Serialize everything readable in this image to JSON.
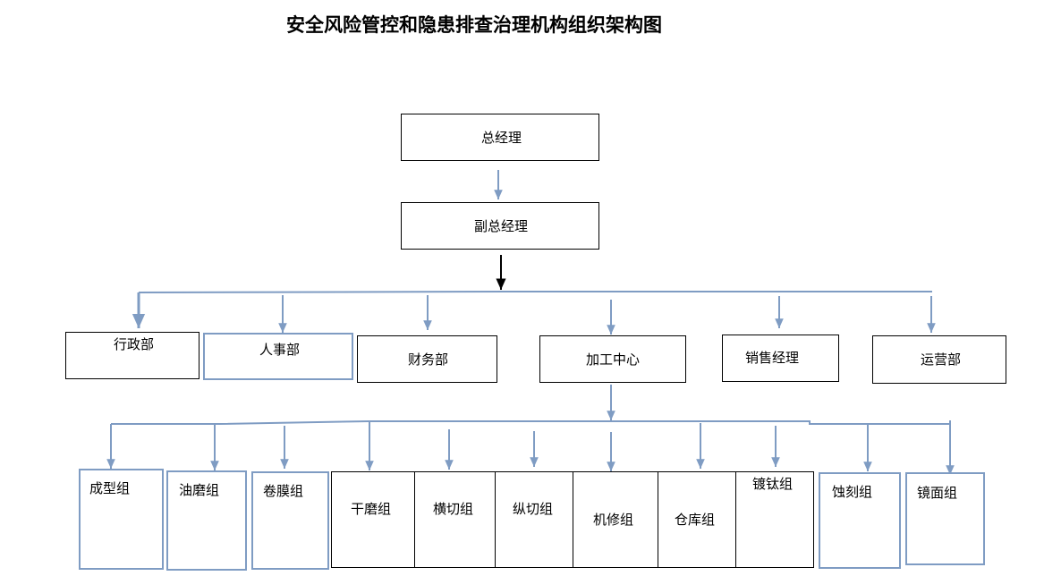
{
  "title": "安全风险管控和隐患排查治理机构组织架构图",
  "nodes": {
    "gm": "总经理",
    "vgm": "副总经理",
    "admin": "行政部",
    "hr": "人事部",
    "finance": "财务部",
    "processing": "加工中心",
    "sales": "销售经理",
    "operations": "运营部",
    "forming": "成型组",
    "oil_grinding": "油磨组",
    "film_rolling": "卷膜组",
    "dry_grinding": "干磨组",
    "cross_cutting": "横切组",
    "longitudinal_cutting": "纵切组",
    "machine_repair": "机修组",
    "warehouse": "仓库组",
    "titanium_plating": "镀钛组",
    "etching": "蚀刻组",
    "mirror": "镜面组"
  },
  "colors": {
    "connector": "#7f9cc3",
    "black": "#000000"
  }
}
